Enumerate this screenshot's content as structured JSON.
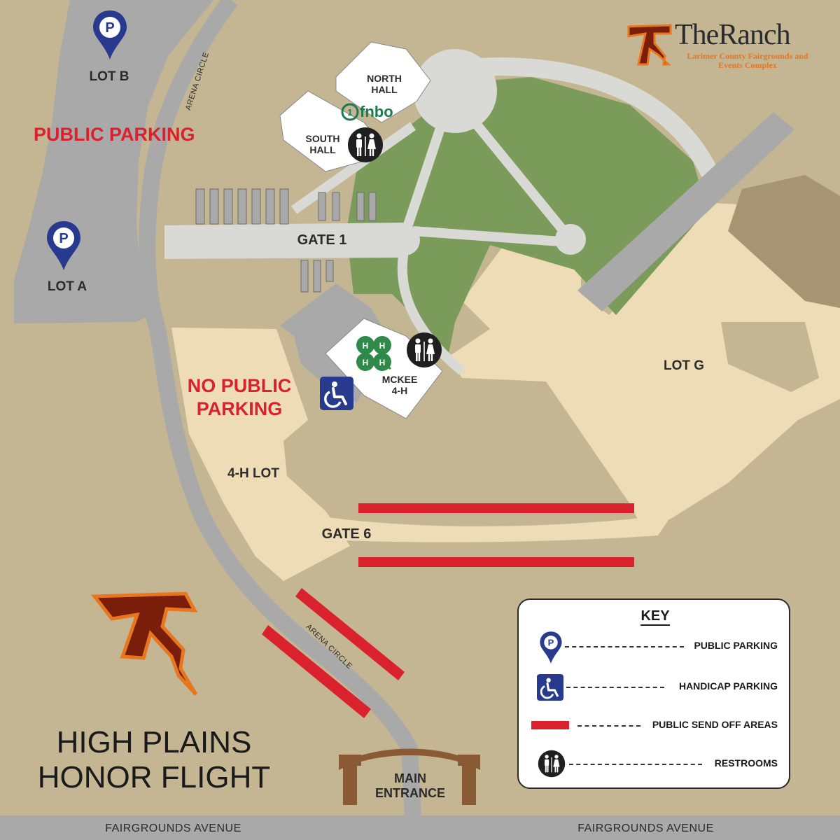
{
  "map": {
    "title": "HIGH PLAINS HONOR FLIGHT",
    "brand": {
      "name": "TheRanch",
      "monogram": "TR",
      "subtitle": "Larimer County Fairgrounds and Events Complex"
    },
    "parking_labels": {
      "public": "PUBLIC PARKING",
      "no_public": "NO PUBLIC PARKING"
    },
    "lots": {
      "lot_a": "LOT A",
      "lot_b": "LOT B",
      "lot_g": "LOT G",
      "four_h_lot": "4-H LOT"
    },
    "buildings": {
      "north_hall": "NORTH HALL",
      "south_hall": "SOUTH HALL",
      "mckee": "MCKEE 4-H",
      "sponsor": "fnbo"
    },
    "gates": {
      "gate1": "GATE 1",
      "gate6": "GATE 6",
      "main_entrance": "MAIN ENTRANCE"
    },
    "roads": {
      "arena_circle": "ARENA CIRCLE",
      "fairgrounds_avenue": "FAIRGROUNDS AVENUE"
    },
    "colors": {
      "ground": "#c4b593",
      "lot": "#eddcb6",
      "road": "#d9dad5",
      "parking_road": "#a8a9a8",
      "green": "#7a9b5a",
      "send_off": "#d9222e",
      "parking_pin": "#283a8e",
      "accent": "#e8761f",
      "dark_brown": "#a69572",
      "arch": "#8a5a34"
    }
  },
  "key": {
    "title": "KEY",
    "items": [
      {
        "label": "PUBLIC PARKING",
        "icon": "parking-pin-icon"
      },
      {
        "label": "HANDICAP PARKING",
        "icon": "handicap-icon"
      },
      {
        "label": "PUBLIC SEND OFF AREAS",
        "icon": "send-off-bar-icon"
      },
      {
        "label": "RESTROOMS",
        "icon": "restroom-icon"
      }
    ]
  }
}
